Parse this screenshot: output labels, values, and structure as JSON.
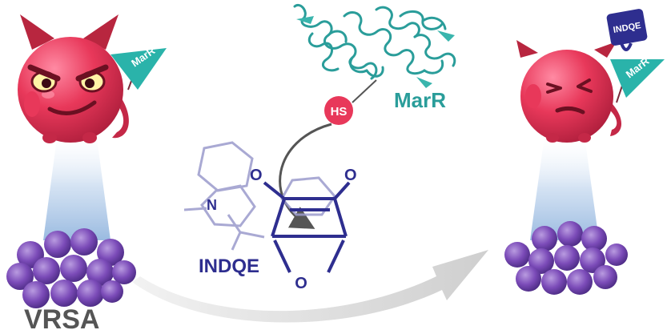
{
  "labels": {
    "bacteria_strain": "VRSA",
    "compound": "INDQE",
    "protein": "MarR",
    "thiol": "HS",
    "flag_left": "MarR",
    "flag_right": "MarR",
    "tag_bound": "INDQE"
  },
  "atoms": {
    "oxygen_left": "O",
    "oxygen_right": "O",
    "oxygen_bridge": "O",
    "nitrogen": "N"
  },
  "colors": {
    "devil_body": "#e8385a",
    "devil_horn": "#b8263f",
    "protein_teal": "#2a9d9a",
    "molecule_navy": "#2e2e8f",
    "molecule_faded": "#9b9bcc",
    "bacteria_purple": "#7b4bb8",
    "arrow_gray": "#dddddd",
    "thiol_circle": "#e8385a"
  }
}
